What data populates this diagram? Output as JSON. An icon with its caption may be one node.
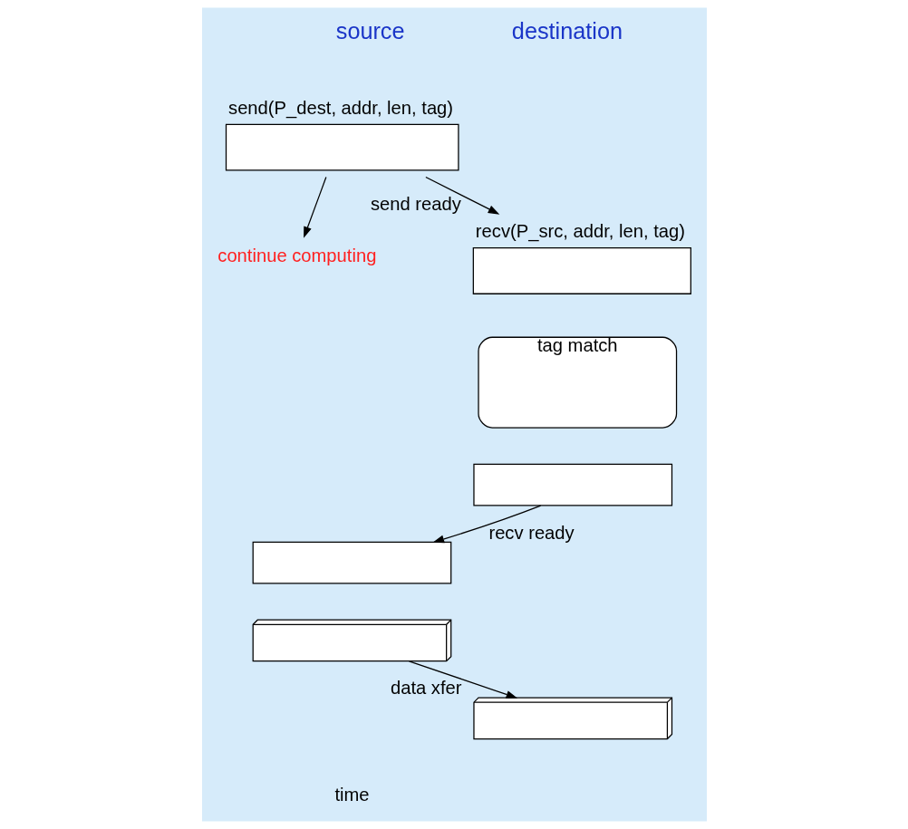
{
  "diagram": {
    "nodes": [
      {
        "text": [
          "send(P_dest, addr, len, tag)"
        ]
      },
      {
        "text": [
          "continue computing"
        ]
      },
      {
        "text": [
          "recv(P_src, addr, len, tag)"
        ]
      },
      {
        "text": [
          "tag match"
        ]
      },
      {
        "text": [],
        "shape": "box"
      },
      {
        "text": [],
        "shape": "box"
      },
      {
        "text": [],
        "shape": "stack"
      },
      {
        "text": [],
        "shape": "stack"
      }
    ],
    "edges": [
      {
        "from": 0,
        "to": 1,
        "arrow": "to"
      },
      {
        "from": 0,
        "to": 2,
        "arrow": "to",
        "label": "send ready"
      },
      {
        "from": 4,
        "to": 5,
        "arrow": "to",
        "label": "recv ready"
      },
      {
        "from": 6,
        "to": 7,
        "arrow": "to",
        "label": "data xfer"
      }
    ],
    "labels": [
      "source",
      "destination",
      "time"
    ]
  }
}
